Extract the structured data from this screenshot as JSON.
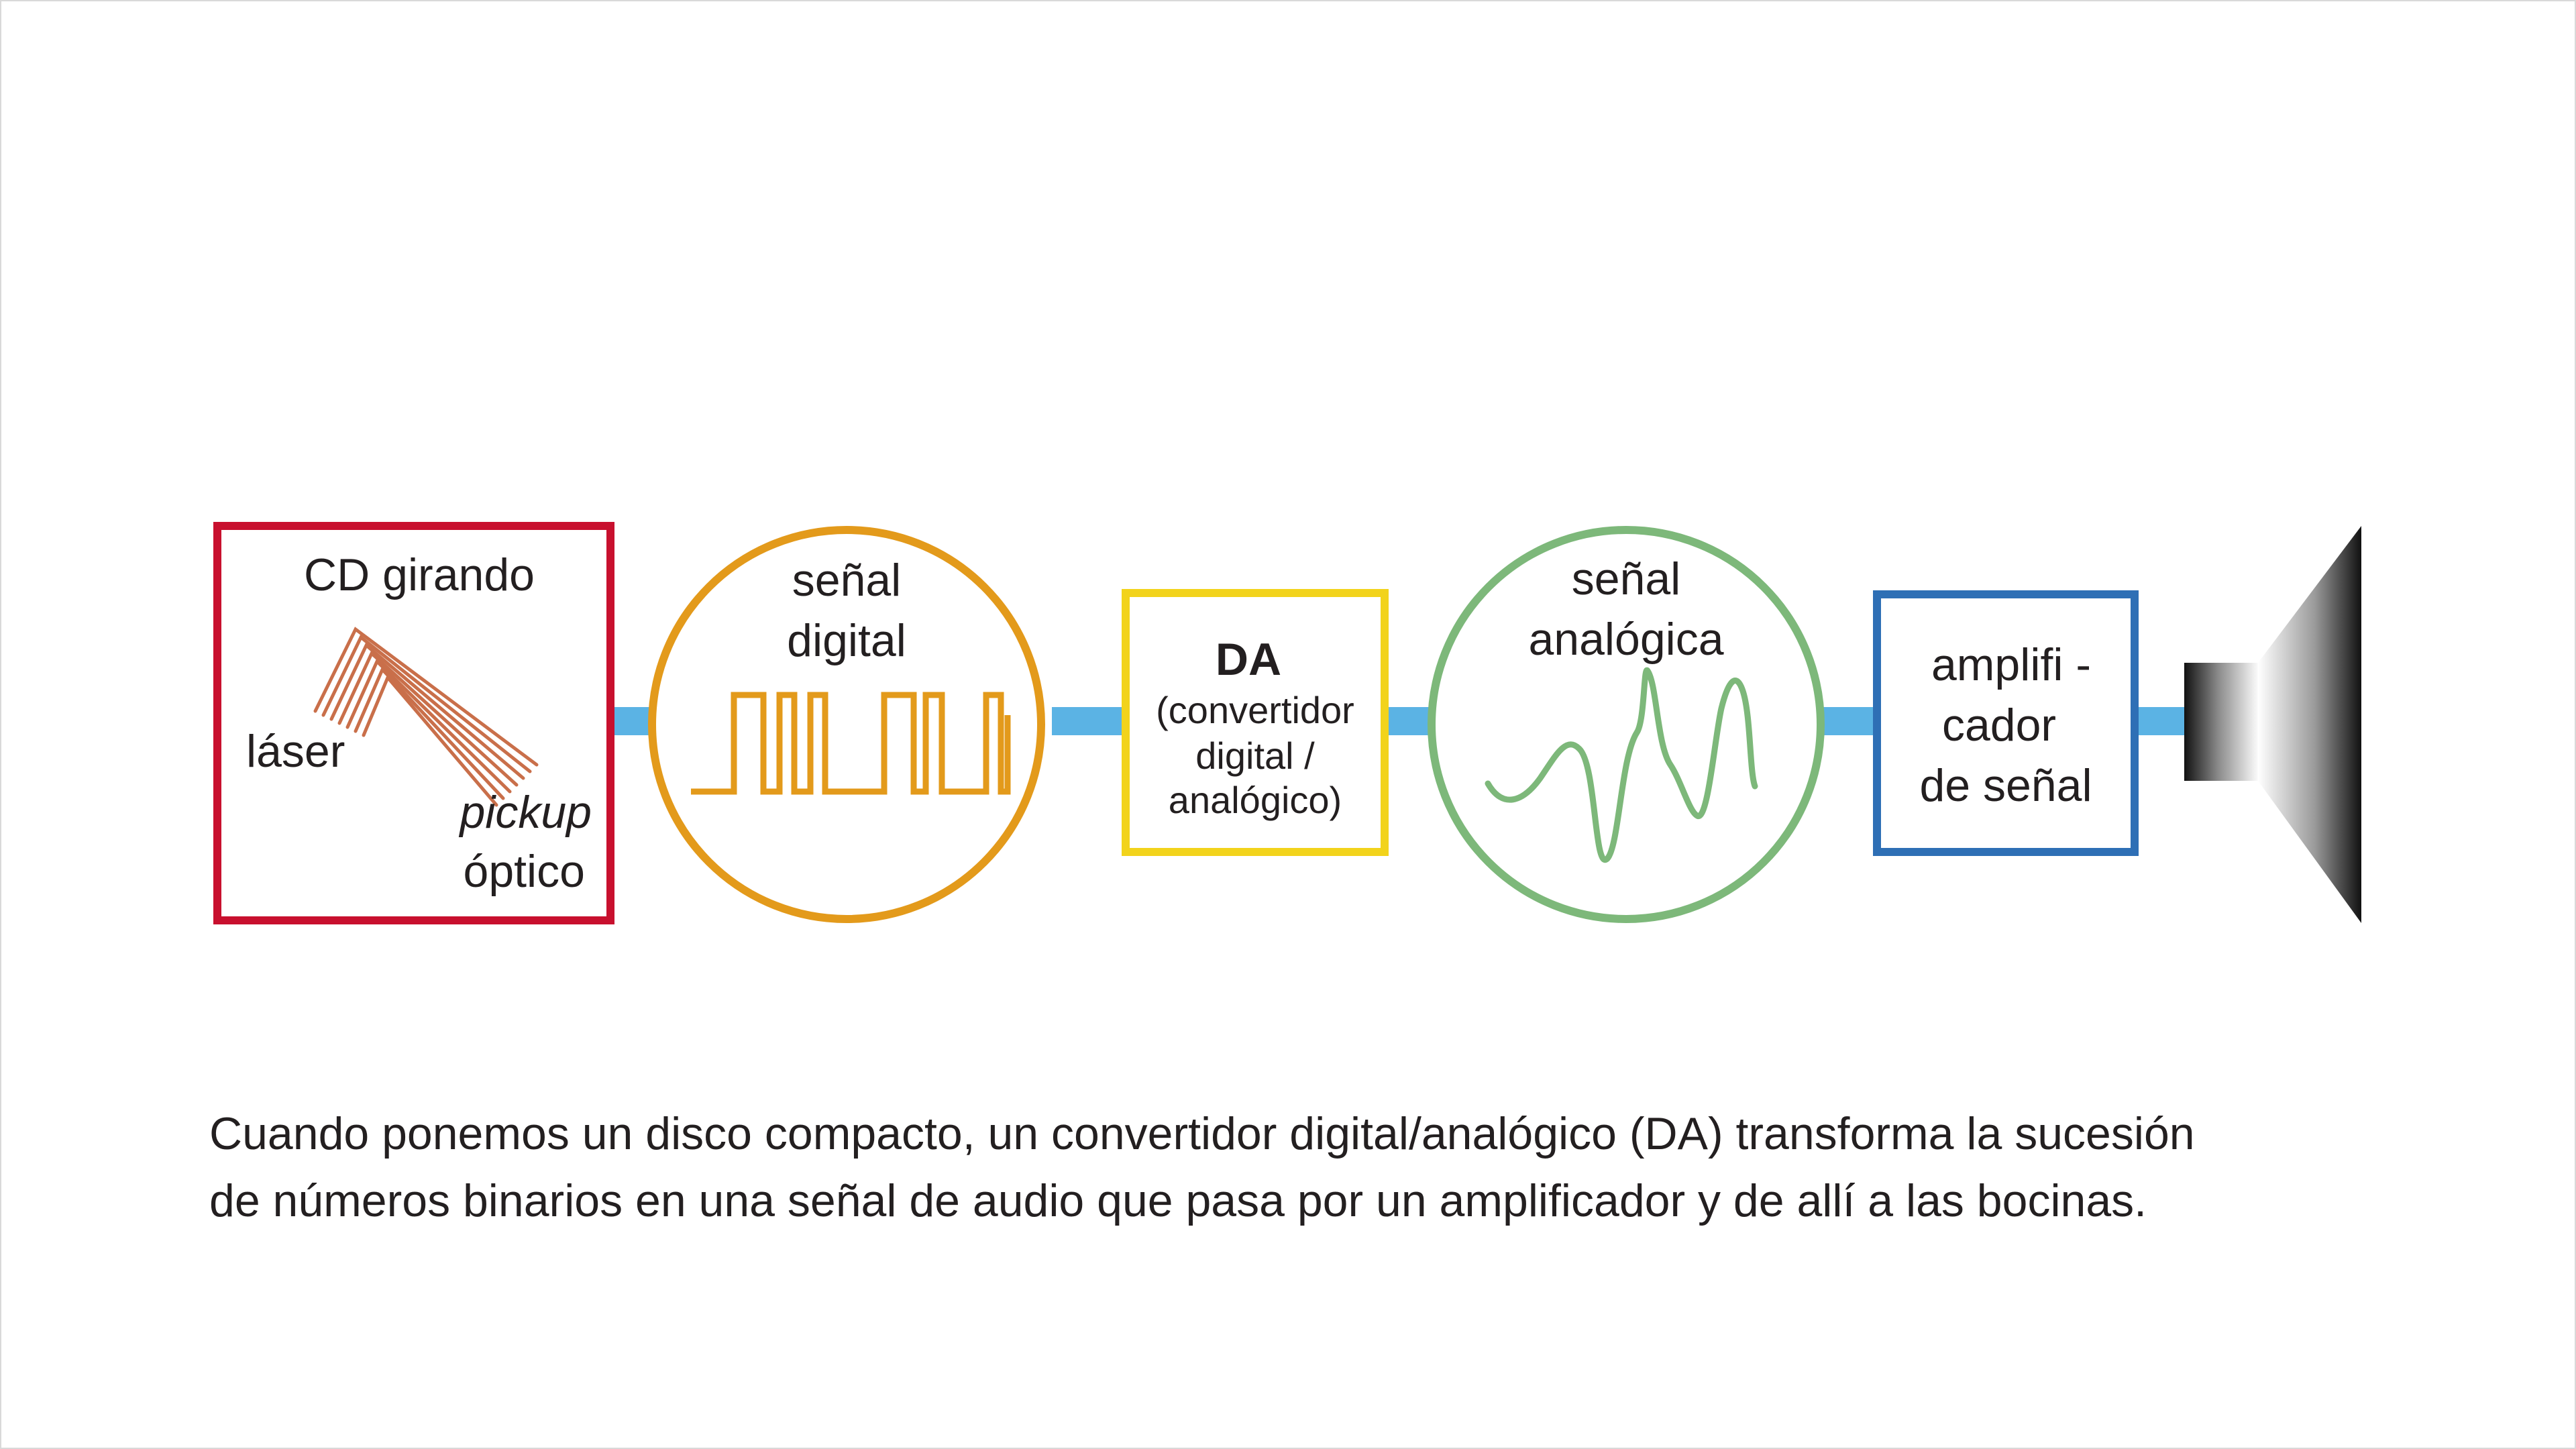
{
  "colors": {
    "connector": "#5bb3e4",
    "cd_box": "#c8102e",
    "digital_circle": "#e39a1b",
    "da_box": "#f2d31b",
    "analog_circle": "#7db87a",
    "amp_box": "#2e6fb5",
    "laser_beam": "#c96f4a"
  },
  "cd": {
    "title": "CD girando",
    "laser": "láser",
    "pickup_line1": "pickup",
    "pickup_line2": "óptico"
  },
  "digital": {
    "line1": "señal",
    "line2": "digital"
  },
  "converter": {
    "title": "DA",
    "line1": "(convertidor",
    "line2": "digital /",
    "line3": "analógico)"
  },
  "analog": {
    "line1": "señal",
    "line2": "analógica"
  },
  "amplifier": {
    "line1": "amplifi -",
    "line2": "cador",
    "line3": "de señal"
  },
  "speaker": {
    "icon": "speaker-icon"
  },
  "caption": {
    "line1": "Cuando ponemos un disco compacto, un convertidor digital/analógico (DA) transforma la sucesión",
    "line2": "de números binarios en una señal de audio que pasa por un amplificador y de allí a las bocinas."
  }
}
